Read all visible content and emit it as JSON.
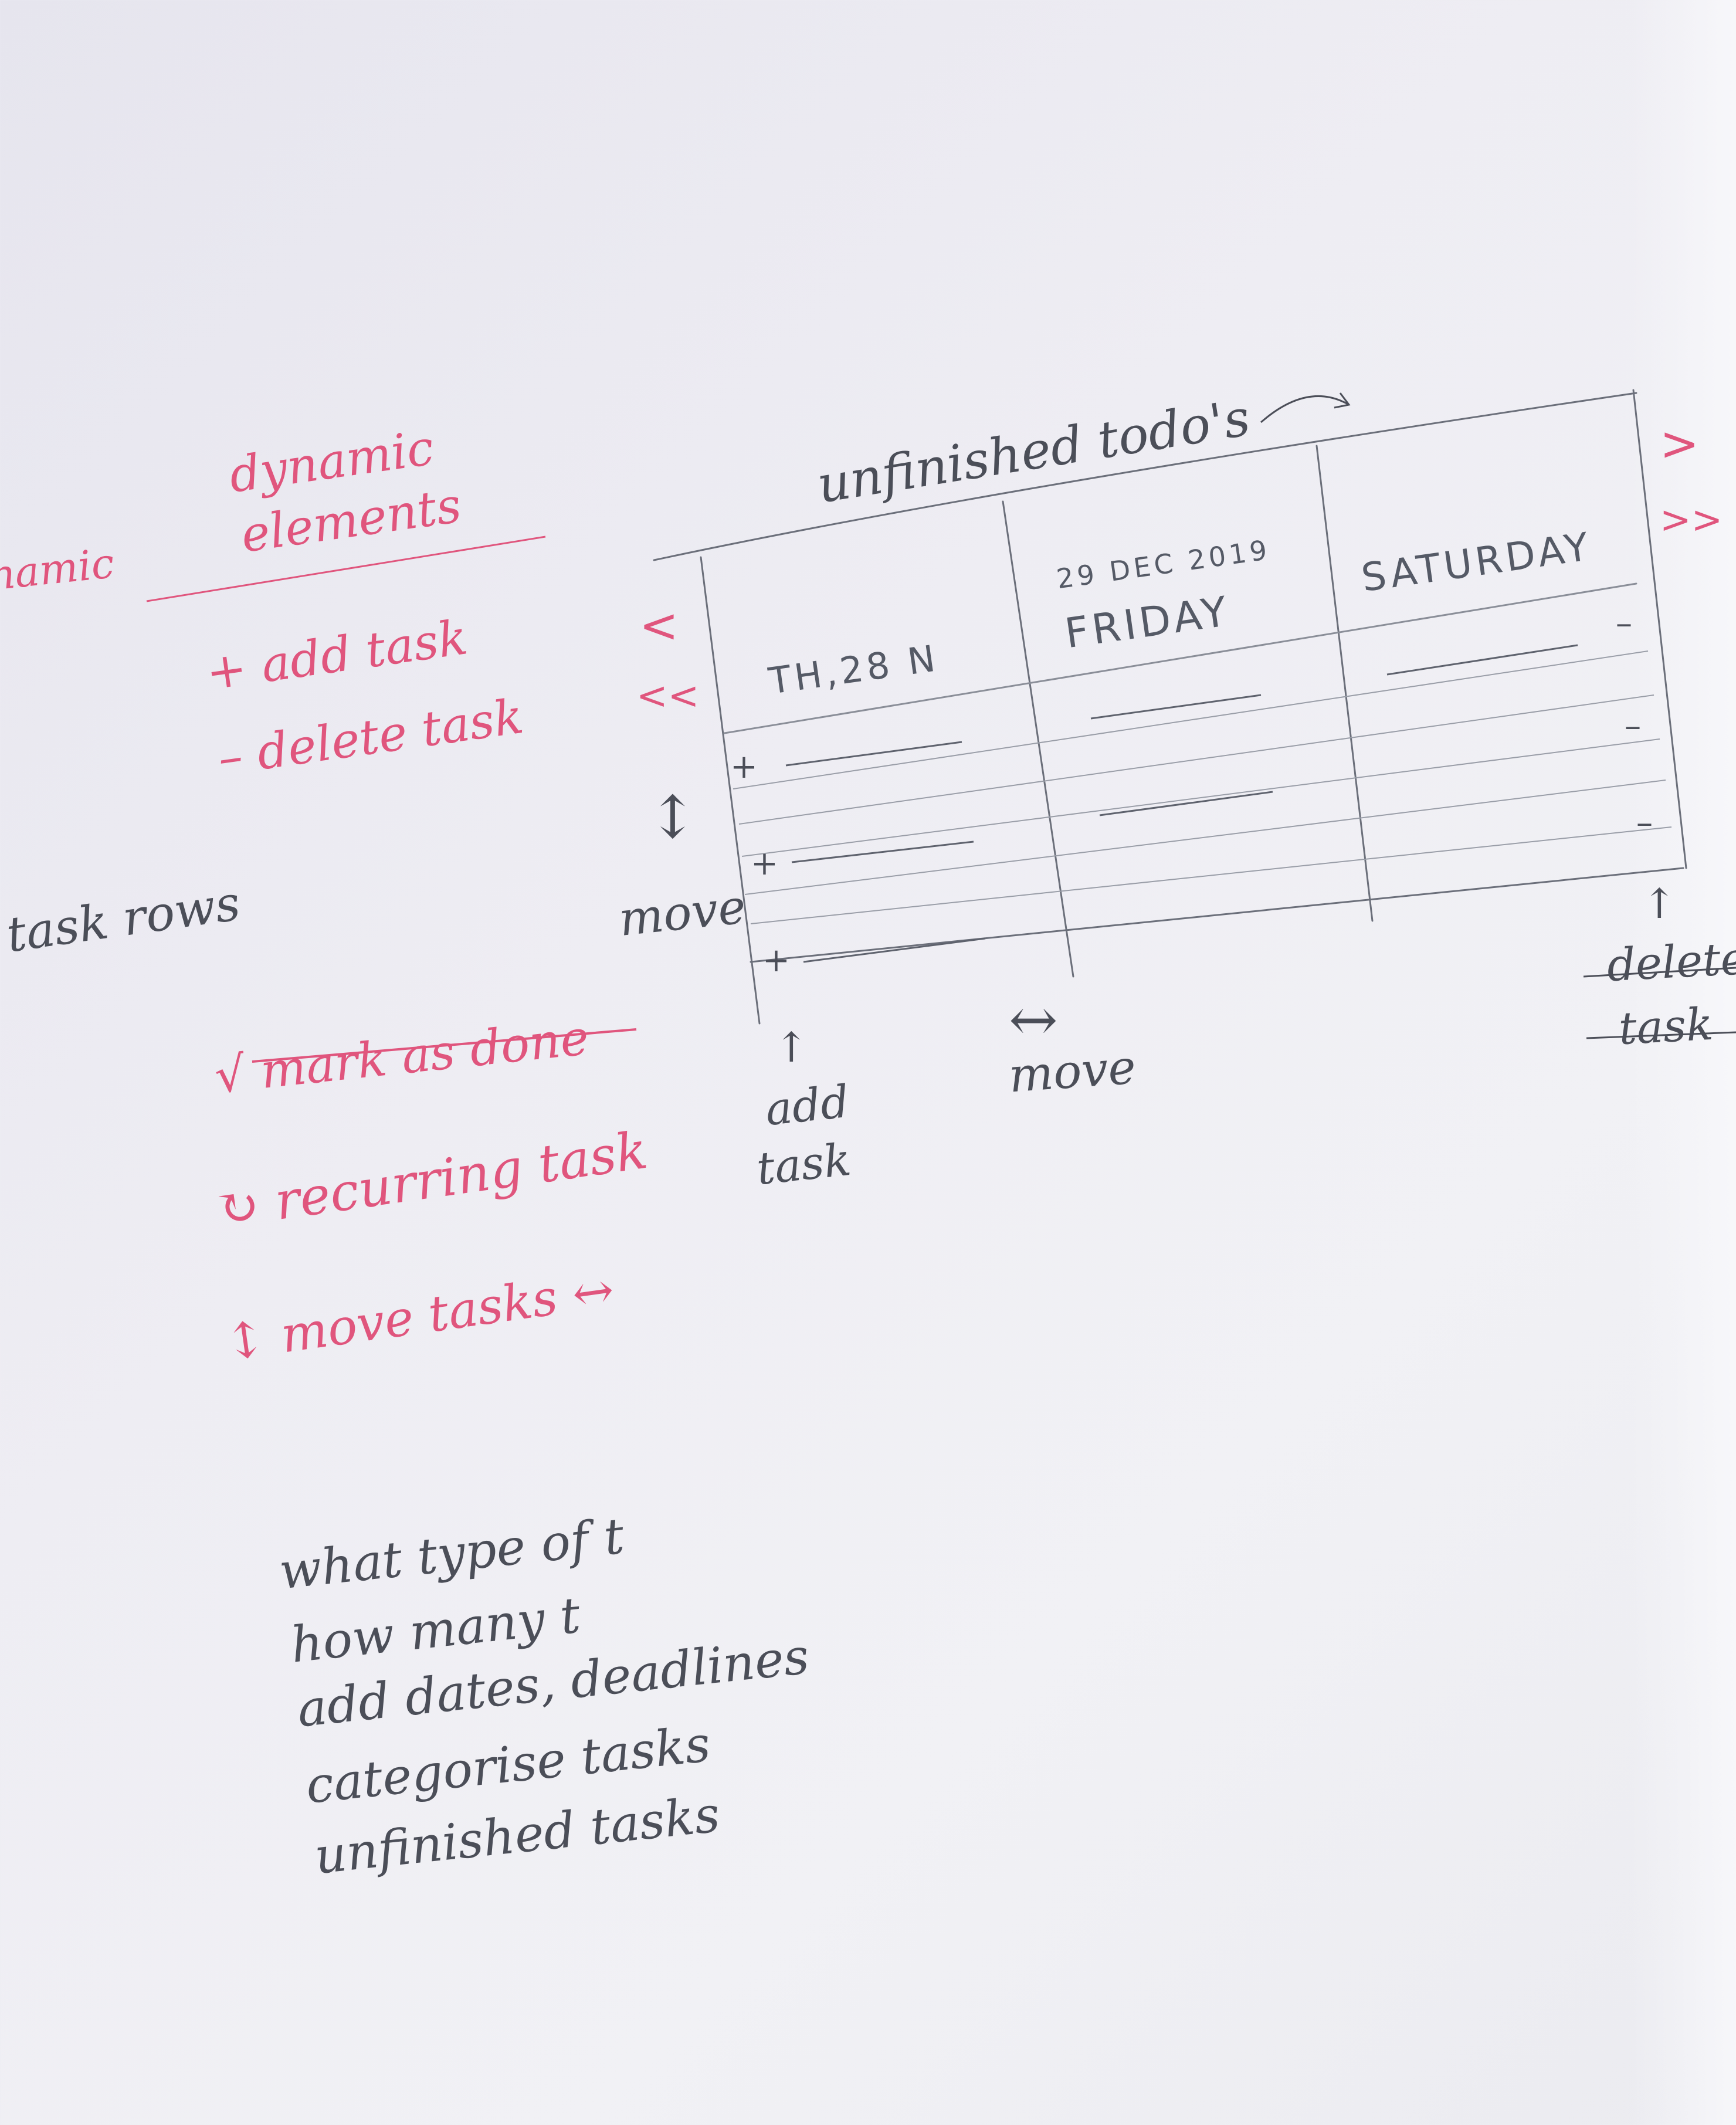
{
  "legend": {
    "partial_left_label": "namic",
    "dynamic_heading_line1": "dynamic",
    "dynamic_heading_line2": "elements",
    "add_task": "+ add task",
    "delete_task": "– delete task",
    "task_rows": "task rows",
    "mark_as_done": "mark as done",
    "mark_prefix": "√",
    "recurring_task": "recurring task",
    "recurring_prefix": "↻",
    "move_tasks": "move tasks",
    "move_tasks_prefix": "↕",
    "move_tasks_suffix": "↔"
  },
  "wireframe": {
    "header": "unfinished todo's",
    "nav_prev": "<",
    "nav_first": "<<",
    "nav_next": ">",
    "nav_last": ">>",
    "columns": [
      {
        "date": "",
        "day": "TH,28 N"
      },
      {
        "date": "29 DEC 2019",
        "day": "FRIDAY"
      },
      {
        "date": "",
        "day": "SATURDAY"
      }
    ],
    "add_glyph": "+",
    "delete_glyph": "–",
    "move_vertical_arrow": "↕",
    "move_vertical_label": "move",
    "add_arrow": "↑",
    "add_label_line1": "add",
    "add_label_line2": "task",
    "move_horizontal_arrow": "↔",
    "move_horizontal_label": "move",
    "delete_arrow": "↑",
    "delete_label_line1": "delete",
    "delete_label_line2": "task"
  },
  "notes": [
    "what type of t",
    "how many t",
    "add dates, deadlines",
    "categorise tasks",
    "unfinished tasks"
  ],
  "colors": {
    "pencil": "#4b4e58",
    "pink_pencil": "#e0557d",
    "paper": "#eeedf3"
  }
}
